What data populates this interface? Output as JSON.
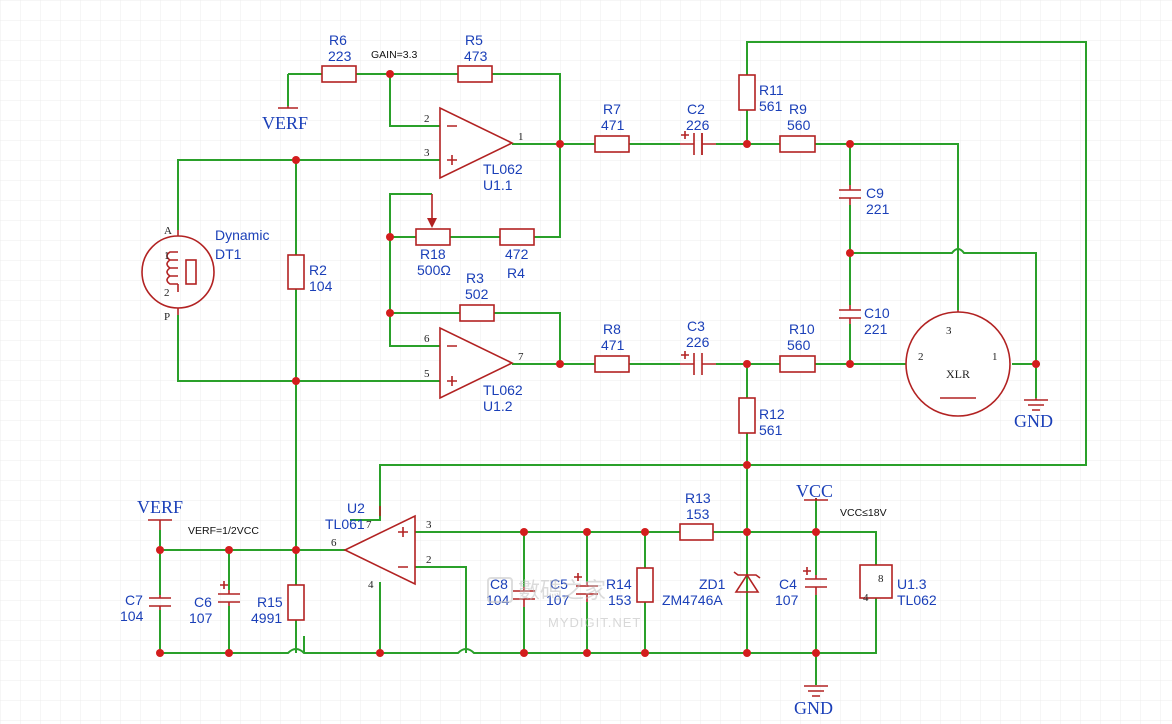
{
  "components": {
    "R6": {
      "ref": "R6",
      "value": "223"
    },
    "R5": {
      "ref": "R5",
      "value": "473"
    },
    "R7": {
      "ref": "R7",
      "value": "471"
    },
    "C2": {
      "ref": "C2",
      "value": "226"
    },
    "R11": {
      "ref": "R11",
      "value": "561"
    },
    "R9": {
      "ref": "R9",
      "value": "560"
    },
    "C9": {
      "ref": "C9",
      "value": "221"
    },
    "C10": {
      "ref": "C10",
      "value": "221"
    },
    "R10": {
      "ref": "R10",
      "value": "560"
    },
    "C3": {
      "ref": "C3",
      "value": "226"
    },
    "R8": {
      "ref": "R8",
      "value": "471"
    },
    "R12": {
      "ref": "R12",
      "value": "561"
    },
    "R18": {
      "ref": "R18",
      "value": "500Ω"
    },
    "R4": {
      "ref": "R4",
      "value": "472"
    },
    "R3": {
      "ref": "R3",
      "value": "502"
    },
    "R2": {
      "ref": "R2",
      "value": "104"
    },
    "DT1": {
      "ref": "DT1",
      "value": "Dynamic"
    },
    "U1_1": {
      "ref": "U1.1",
      "value": "TL062"
    },
    "U1_2": {
      "ref": "U1.2",
      "value": "TL062"
    },
    "U1_3": {
      "ref": "U1.3",
      "value": "TL062"
    },
    "U2": {
      "ref": "U2",
      "value": "TL061"
    },
    "R13": {
      "ref": "R13",
      "value": "153"
    },
    "C8": {
      "ref": "C8",
      "value": "104"
    },
    "C5": {
      "ref": "C5",
      "value": "107"
    },
    "R14": {
      "ref": "R14",
      "value": "153"
    },
    "ZD1": {
      "ref": "ZD1",
      "value": "ZM4746A"
    },
    "C4": {
      "ref": "C4",
      "value": "107"
    },
    "C7": {
      "ref": "C7",
      "value": "104"
    },
    "C6": {
      "ref": "C6",
      "value": "107"
    },
    "R15": {
      "ref": "R15",
      "value": "4991"
    }
  },
  "notes": {
    "gain": "GAIN=3.3",
    "verf_def": "VERF=1/2VCC",
    "vcc_max": "VCC≤18V"
  },
  "power": {
    "verf_top": "VERF",
    "verf_left": "VERF",
    "vcc": "VCC",
    "gnd_xlr": "GND",
    "gnd_bottom": "GND"
  },
  "connector": {
    "name": "XLR",
    "pins": [
      "1",
      "2",
      "3"
    ]
  },
  "mic_pins": {
    "a": "A",
    "p": "P",
    "one": "1",
    "two": "2"
  },
  "pins": {
    "u11_inv": "2",
    "u11_non": "3",
    "u11_out": "1",
    "u12_inv": "6",
    "u12_non": "5",
    "u12_out": "7",
    "u2_non": "3",
    "u2_inv": "2",
    "u2_out": "6",
    "u2_v4": "4",
    "u2_v7": "7",
    "u13_4": "4",
    "u13_8": "8"
  },
  "watermark": {
    "main": "數碼之家",
    "sub": "MYDIGIT.NET"
  },
  "colors": {
    "wire": "#2aa02a",
    "component": "#b22222",
    "label": "#1a3fb8",
    "junction": "#d31d1d",
    "grid": "#ececec"
  }
}
